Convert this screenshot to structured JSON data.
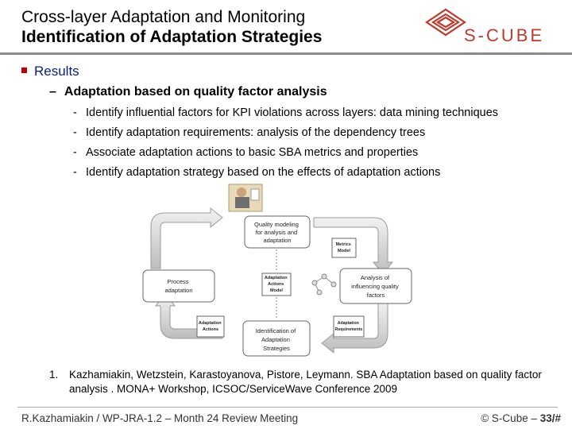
{
  "header": {
    "title_line1": "Cross-layer Adaptation and Monitoring",
    "title_line2": "Identification of Adaptation Strategies",
    "logo_text": "S-CUBE",
    "brand_color": "#c0392b"
  },
  "content": {
    "section": "Results",
    "subsection": "Adaptation based on quality factor analysis",
    "items": [
      "Identify influential factors for KPI violations across layers: data mining techniques",
      "Identify adaptation requirements: analysis of the dependency trees",
      "Associate  adaptation actions to basic SBA metrics and properties",
      "Identify adaptation strategy based on the effects of adaptation actions"
    ]
  },
  "diagram": {
    "top_box": [
      "Quality modeling",
      "for analysis and",
      "adaptation"
    ],
    "left_box": [
      "Process",
      "adaptation"
    ],
    "right_box": [
      "Analysis of",
      "influencing quality",
      "factors"
    ],
    "bottom_box": [
      "Identification of",
      "Adaptation",
      "Strategies"
    ],
    "metrics_doc": [
      "Metrics",
      "Model"
    ],
    "actions_model_doc": [
      "Adaptation",
      "Actions",
      "Model"
    ],
    "actions_doc": [
      "Adaptation",
      "Actions"
    ],
    "requirements_doc": [
      "Adaptation",
      "Requirements"
    ]
  },
  "reference": {
    "number": "1.",
    "text": "Kazhamiakin, Wetzstein, Karastoyanova, Pistore, Leymann. SBA Adaptation based on quality factor analysis . MONA+ Workshop, ICSOC/ServiceWave Conference 2009"
  },
  "footer": {
    "left": "R.Kazhamiakin / WP-JRA-1.2 – Month 24 Review Meeting",
    "right_prefix": "© S-Cube – ",
    "right_page": "33/#"
  }
}
